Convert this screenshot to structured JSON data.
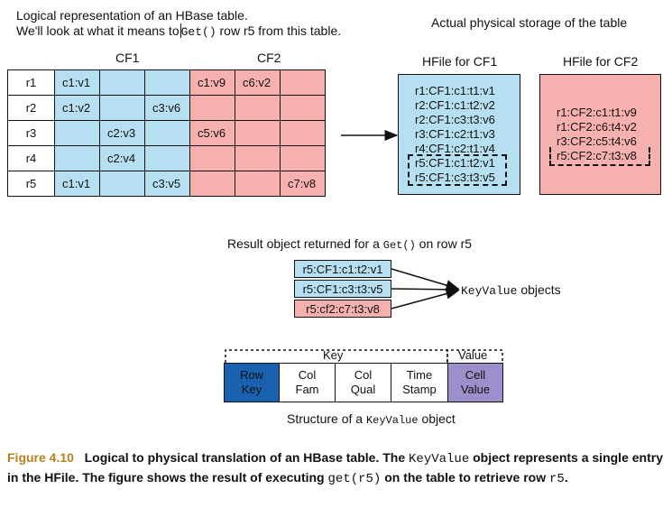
{
  "intro": {
    "line1": "Logical representation of an HBase table.",
    "line2_pre": "We'll look at what it means to",
    "line2_code": "Get()",
    "line2_post": "row r5 from this table."
  },
  "physical_title": "Actual physical storage of the table",
  "table": {
    "cf1_label": "CF1",
    "cf2_label": "CF2",
    "rows": [
      {
        "key": "r1",
        "cells": [
          "c1:v1",
          "",
          "",
          "c1:v9",
          "c6:v2",
          ""
        ]
      },
      {
        "key": "r2",
        "cells": [
          "c1:v2",
          "",
          "c3:v6",
          "",
          "",
          ""
        ]
      },
      {
        "key": "r3",
        "cells": [
          "",
          "c2:v3",
          "",
          "c5:v6",
          "",
          ""
        ]
      },
      {
        "key": "r4",
        "cells": [
          "",
          "c2:v4",
          "",
          "",
          "",
          ""
        ]
      },
      {
        "key": "r5",
        "cells": [
          "c1:v1",
          "",
          "c3:v5",
          "",
          "",
          "c7:v8"
        ]
      }
    ]
  },
  "hfile_cf1": {
    "title": "HFile for CF1",
    "lines": [
      "r1:CF1:c1:t1:v1",
      "r2:CF1:c1:t2:v2",
      "r2:CF1:c3:t3:v6",
      "r3:CF1:c2:t1:v3",
      "r4:CF1:c2:t1:v4",
      "r5:CF1:c1:t2:v1",
      "r5:CF1:c3:t3:v5"
    ]
  },
  "hfile_cf2": {
    "title": "HFile for CF2",
    "lines": [
      "r1:CF2:c1:t1:v9",
      "r1:CF2:c6:t4:v2",
      "r3:CF2:c5:t4:v6",
      "r5:CF2:c7:t3:v8"
    ]
  },
  "result": {
    "title_pre": "Result object returned for a",
    "title_code": "Get()",
    "title_post": "on row r5",
    "items": [
      "r5:CF1:c1:t2:v1",
      "r5:CF1:c3:t3:v5",
      "r5:cf2:c7:t3:v8"
    ],
    "kv_label_code": "KeyValue",
    "kv_label_post": "objects"
  },
  "structure": {
    "key_label": "Key",
    "value_label": "Value",
    "cells": [
      {
        "l1": "Row",
        "l2": "Key"
      },
      {
        "l1": "Col",
        "l2": "Fam"
      },
      {
        "l1": "Col",
        "l2": "Qual"
      },
      {
        "l1": "Time",
        "l2": "Stamp"
      },
      {
        "l1": "Cell",
        "l2": "Value"
      }
    ],
    "caption_pre": "Structure of a",
    "caption_code": "KeyValue",
    "caption_post": "object"
  },
  "figure_caption": {
    "fig": "Figure 4.10",
    "t1": "Logical to physical translation of an HBase table. The",
    "c1": "KeyValue",
    "t2": "object represents a single entry in the HFile. The figure shows the result of executing",
    "c2": "get(r5)",
    "t3": "on the table to retrieve row",
    "c3": "r5",
    "t4": "."
  },
  "colors": {
    "cf1": "#b6dff2",
    "cf2": "#f6b0ad",
    "rowkey": "#1a62b0",
    "cellvalue": "#9c8fcc",
    "figure_label": "#b5821c"
  }
}
